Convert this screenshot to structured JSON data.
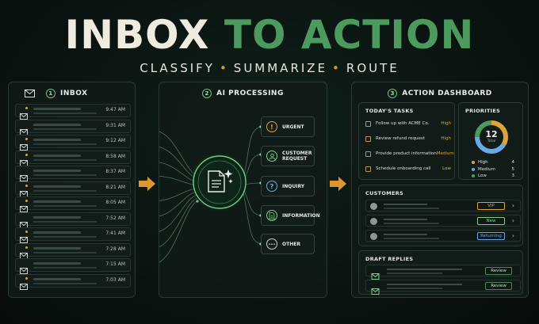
{
  "title": {
    "part1": "INBOX",
    "part2": "TO ACTION"
  },
  "subtitle": {
    "w1": "CLASSIFY",
    "w2": "SUMMARIZE",
    "w3": "ROUTE",
    "sep": "•"
  },
  "inbox": {
    "step": "1",
    "heading": "INBOX",
    "times": [
      "9:47 AM",
      "9:31 AM",
      "9:12 AM",
      "8:58 AM",
      "8:37 AM",
      "8:21 AM",
      "8:05 AM",
      "7:52 AM",
      "7:41 AM",
      "7:28 AM",
      "7:15 AM",
      "7:03 AM"
    ]
  },
  "processing": {
    "step": "2",
    "heading": "AI PROCESSING",
    "categories": [
      {
        "label": "URGENT",
        "icon": "exclamation-icon",
        "color": "#e0a23a"
      },
      {
        "label": "CUSTOMER REQUEST",
        "icon": "person-icon",
        "color": "#7fcf8f"
      },
      {
        "label": "INQUIRY",
        "icon": "question-icon",
        "color": "#6aa8e8"
      },
      {
        "label": "INFORMATION",
        "icon": "document-icon",
        "color": "#7fcf8f"
      },
      {
        "label": "OTHER",
        "icon": "ellipsis-icon",
        "color": "#c8d0cc"
      }
    ]
  },
  "dashboard": {
    "step": "3",
    "heading": "ACTION DASHBOARD",
    "tasks": {
      "heading": "TODAY'S TASKS",
      "items": [
        {
          "label": "Follow up with ACME Co.",
          "priority": "High"
        },
        {
          "label": "Review refund request",
          "priority": "High"
        },
        {
          "label": "Provide product information",
          "priority": "Medium"
        },
        {
          "label": "Schedule onboarding call",
          "priority": "Low"
        }
      ]
    },
    "priorities": {
      "heading": "PRIORITIES",
      "total": "12",
      "total_label": "Total",
      "legend": [
        {
          "label": "High",
          "value": 4,
          "color": "#e0a23a"
        },
        {
          "label": "Medium",
          "value": 5,
          "color": "#6aa8e8"
        },
        {
          "label": "Low",
          "value": 3,
          "color": "#4d9a5f"
        }
      ]
    },
    "customers": {
      "heading": "CUSTOMERS",
      "badges": [
        {
          "label": "VIP",
          "color": "#e0a23a"
        },
        {
          "label": "New",
          "color": "#7fcf8f"
        },
        {
          "label": "Returning",
          "color": "#6aa8e8"
        }
      ]
    },
    "drafts": {
      "heading": "DRAFT REPLIES",
      "review_label": "Review"
    }
  }
}
